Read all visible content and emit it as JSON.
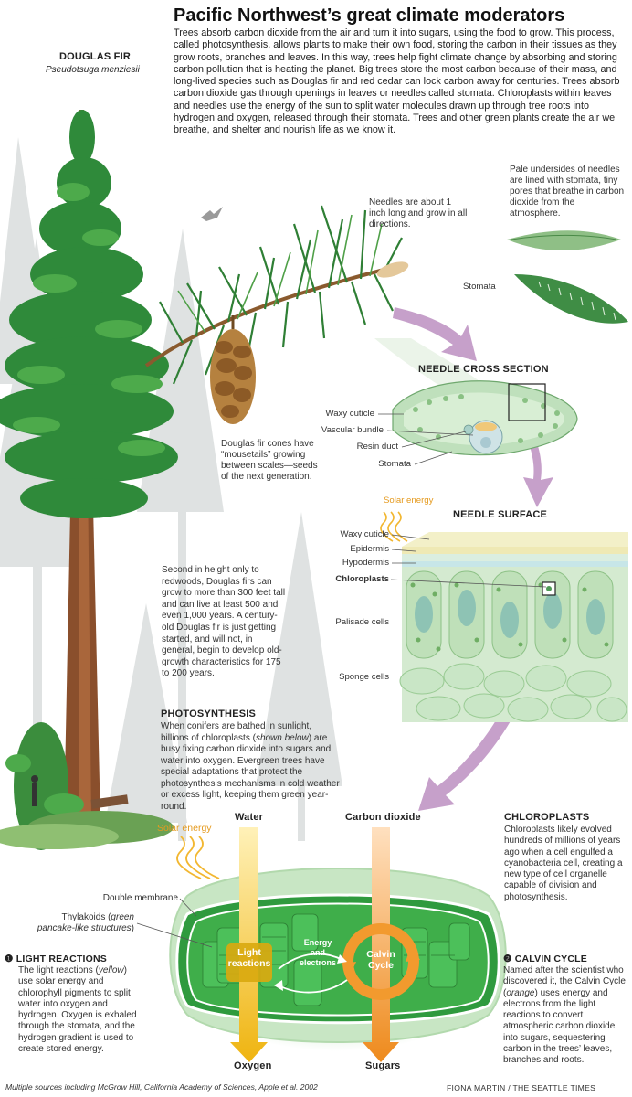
{
  "title": "Pacific Northwest’s great climate moderators",
  "intro": "Trees absorb carbon dioxide from the air and turn it into sugars, using the food to grow. This process, called photosynthesis, allows plants to make their own food, storing the carbon in their tissues as they grow roots, branches and leaves. In this way, trees help fight climate change by absorbing and storing carbon pollution that is heating the planet. Big trees store the most carbon because of their mass, and long-lived species such as Douglas fir and red cedar can lock carbon away for centuries. Trees absorb carbon dioxide gas through openings in leaves or needles called stomata. Chloroplasts within leaves and needles use the energy of the sun to split water molecules drawn up through tree roots into hydrogen and oxygen, released through their stomata. Trees and other green plants create the air we breathe, and shelter and nourish life as we know it.",
  "tree": {
    "name": "DOUGLAS FIR",
    "latin": "Pseudotsuga menziesii",
    "cones_note": "Douglas fir cones have “mousetails” growing between scales—seeds of the next generation.",
    "height_note": "Second in height only to redwoods, Douglas firs can grow to more than 300 feet tall and can live at least 500 and even 1,000 years. A century-old Douglas fir is just getting started, and will not, in general, begin to develop old-growth characteristics for 175 to 200 years."
  },
  "needles": {
    "length_note": "Needles are about 1 inch long and grow in all directions.",
    "underside_note": "Pale undersides of needles are lined with stomata, tiny pores that breathe in carbon dioxide from the atmosphere.",
    "stomata_label": "Stomata"
  },
  "cross_section": {
    "heading": "NEEDLE CROSS SECTION",
    "labels": [
      "Waxy cuticle",
      "Vascular bundle",
      "Resin duct",
      "Stomata"
    ]
  },
  "surface": {
    "heading": "NEEDLE SURFACE",
    "solar": "Solar energy",
    "labels": [
      "Waxy cuticle",
      "Epidermis",
      "Hypodermis",
      "Chloroplasts",
      "Palisade cells",
      "Sponge cells"
    ]
  },
  "photosynthesis": {
    "heading": "PHOTOSYNTHESIS",
    "text_a": "When conifers are bathed in sunlight, billions of chloroplasts (",
    "text_em": "shown below",
    "text_b": ") are busy fixing carbon dioxide into sugars and water into oxygen. Evergreen trees have special adaptations that protect the photosynthesis mechanisms in cold weather or excess light, keeping them green year-round."
  },
  "chloroplasts": {
    "heading": "CHLOROPLASTS",
    "text": "Chloroplasts likely evolved hundreds of millions of years ago when a cell engulfed a cyanobacteria cell, creating a new type of cell organelle capable of division and photosynthesis."
  },
  "diagram": {
    "water": "Water",
    "co2": "Carbon dioxide",
    "solar": "Solar energy",
    "double_membrane": "Double membrane",
    "thylakoids": "Thylakoids (",
    "thylakoids_em": "green pancake-like structures",
    "thylakoids_end": ")",
    "light_reactions": "Light reactions",
    "energy": "Energy and electrons",
    "calvin": "Calvin Cycle",
    "oxygen": "Oxygen",
    "sugars": "Sugars"
  },
  "light_reactions": {
    "heading": "❶ LIGHT REACTIONS",
    "text_a": "The light reactions (",
    "text_em": "yellow",
    "text_b": ") use solar energy and chlorophyll pigments to split water into oxygen and hydrogen. Oxygen is exhaled through the stomata, and the hydrogen gradient is used to create stored energy."
  },
  "calvin_cycle": {
    "heading": "❷ CALVIN CYCLE",
    "text_a": "Named after the scientist who discovered it, the Calvin Cycle (",
    "text_em": "orange",
    "text_b": ") uses energy and electrons from the light reactions to convert atmospheric carbon dioxide into sugars, sequestering carbon in the trees’ leaves, branches and roots."
  },
  "sources": "Multiple sources including McGrow Hill, California Academy of Sciences, Apple et al. 2002",
  "credit": "FIONA MARTIN / THE SEATTLE TIMES",
  "colors": {
    "green": "#3a9a3a",
    "lightgreen": "#cde8c9",
    "yellow": "#f2c21b",
    "orange": "#f29a2e",
    "purple": "#c39bc7"
  }
}
